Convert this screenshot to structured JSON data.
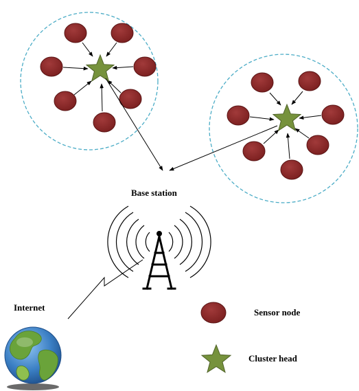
{
  "labels": {
    "base_station": "Base station",
    "internet": "Internet",
    "legend_sensor": "Sensor node",
    "legend_cluster_head": "Cluster head"
  },
  "colors": {
    "sensor_fill": "#8b2a2a",
    "sensor_stroke": "#5a1414",
    "star_fill": "#76923c",
    "star_stroke": "#4f6228",
    "cluster_border": "#4bacc6",
    "tower": "#000000",
    "globe_ocean": "#3b7fc4",
    "globe_land": "#6aa33a"
  },
  "icons": {
    "tower": "radio-tower-icon",
    "globe": "globe-icon",
    "star": "star-icon"
  }
}
